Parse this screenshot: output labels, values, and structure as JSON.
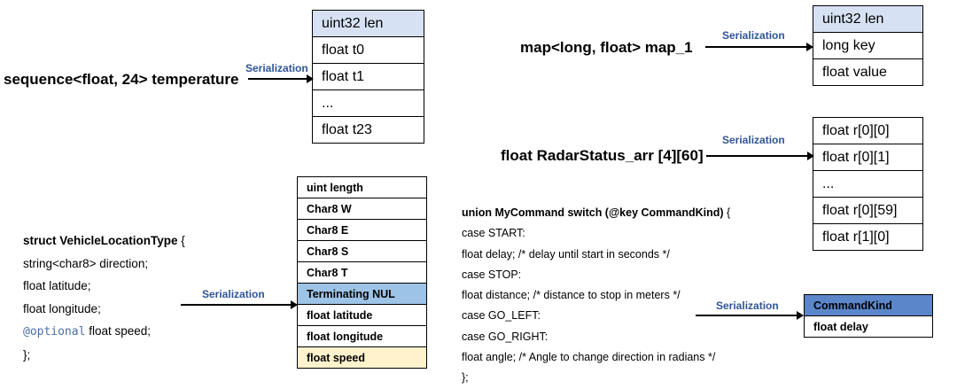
{
  "sequence": {
    "label": "sequence<float, 24> temperature",
    "serialization": "Serialization",
    "cells": [
      "uint32 len",
      "float t0",
      "float t1",
      "...",
      "float t23"
    ]
  },
  "map": {
    "label": "map<long, float> map_1",
    "serialization": "Serialization",
    "cells": [
      "uint32 len",
      "long key",
      "float value"
    ]
  },
  "array": {
    "label": "float RadarStatus_arr [4][60]",
    "serialization": "Serialization",
    "cells": [
      "float r[0][0]",
      "float r[0][1]",
      "...",
      "float r[0][59]",
      "float r[1][0]"
    ]
  },
  "struct": {
    "header": "struct VehicleLocationType",
    "brace": " {",
    "lines": [
      "string<char8>  direction;",
      "float latitude;",
      "float longitude;"
    ],
    "optional_keyword": "@optional",
    "optional_rest": " float speed;",
    "closing": "};",
    "serialization": "Serialization",
    "cells": [
      "uint length",
      "Char8 W",
      "Char8 E",
      "Char8 S",
      "Char8 T",
      "Terminating NUL",
      "float latitude",
      "float longitude",
      "float speed"
    ]
  },
  "union": {
    "header": "union MyCommand switch (@key CommandKind)",
    "brace": " {",
    "lines": [
      "case START:",
      "float delay; /* delay until start in seconds */",
      "case STOP:",
      "float distance; /* distance to stop in meters */",
      "case GO_LEFT:",
      "case GO_RIGHT:",
      "float angle; /* Angle to change direction in radians */",
      "};"
    ],
    "serialization": "Serialization",
    "cells": [
      "CommandKind",
      "float delay"
    ]
  },
  "colors": {
    "header_light_blue": "#d6e2f3",
    "nul_blue": "#9dc3e6",
    "commandkind_blue": "#5b86c9",
    "speed_cream": "#fff2cc",
    "serialization_text": "#2f5597"
  }
}
